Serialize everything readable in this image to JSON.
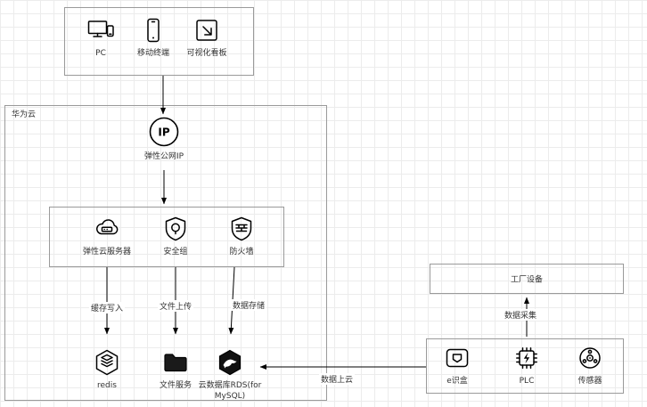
{
  "groups": {
    "huawei_cloud": {
      "label": "华为云"
    },
    "factory": {
      "label": "工厂设备"
    }
  },
  "nodes": {
    "pc": {
      "label": "PC"
    },
    "mobile": {
      "label": "移动终端"
    },
    "dashboard": {
      "label": "可视化看板"
    },
    "eip": {
      "label": "弹性公网IP",
      "icon_text": "IP"
    },
    "ecs": {
      "label": "弹性云服务器"
    },
    "sg": {
      "label": "安全组"
    },
    "fw": {
      "label": "防火墙"
    },
    "redis": {
      "label": "redis"
    },
    "file": {
      "label": "文件服务"
    },
    "rds": {
      "label": "云数据库RDS(for MySQL)"
    },
    "ebox": {
      "label": "e识盒"
    },
    "plc": {
      "label": "PLC"
    },
    "sensor": {
      "label": "传感器"
    }
  },
  "edges": {
    "clients_to_eip": {
      "from": "clients-box",
      "to": "eip",
      "label": ""
    },
    "eip_to_services": {
      "from": "eip",
      "to": "services-box",
      "label": ""
    },
    "cache_write": {
      "from": "ecs",
      "to": "redis",
      "label": "缓存写入"
    },
    "file_upload": {
      "from": "sg",
      "to": "file",
      "label": "文件上传"
    },
    "data_store": {
      "from": "fw",
      "to": "rds",
      "label": "数据存储"
    },
    "data_to_cloud": {
      "from": "edge-box",
      "to": "rds",
      "label": "数据上云"
    },
    "data_collect": {
      "from": "plc",
      "to": "factory-box",
      "label": "数据采集"
    }
  },
  "colors": {
    "stroke": "#000000",
    "box_border": "#9a9a9a",
    "grid": "#ececec"
  }
}
